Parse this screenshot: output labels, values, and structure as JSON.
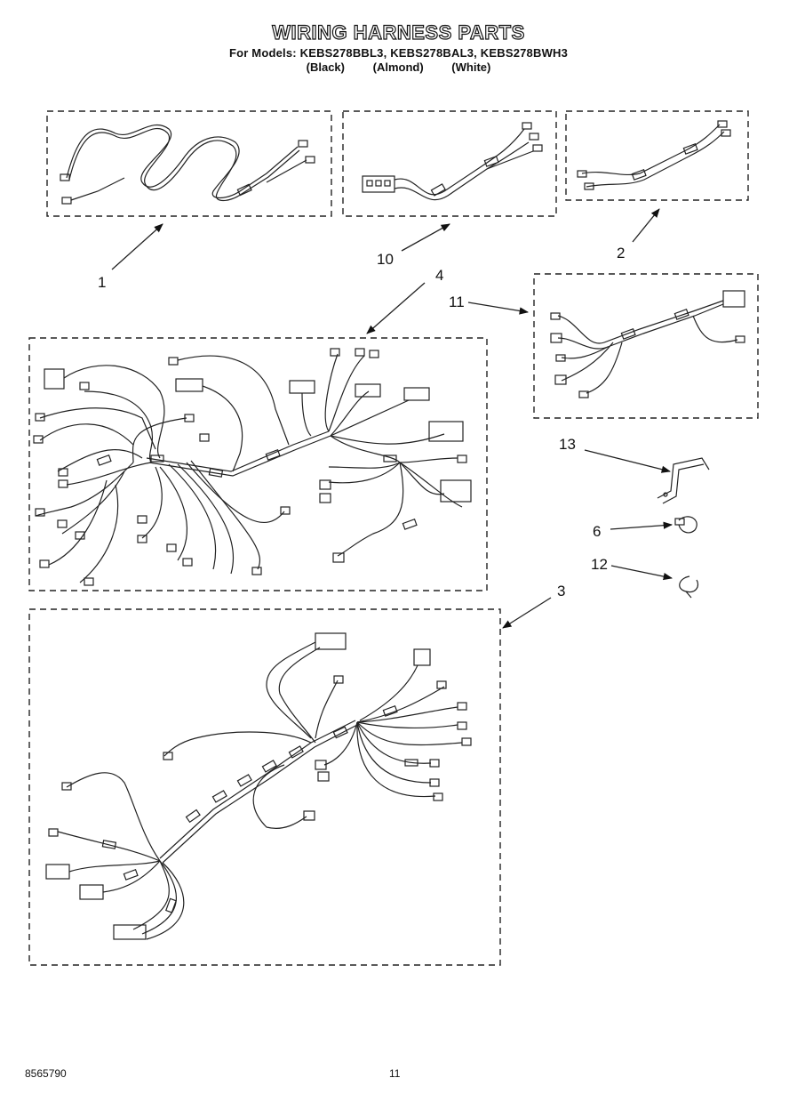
{
  "header": {
    "title": "WIRING HARNESS PARTS",
    "models_line": "For Models: KEBS278BBL3, KEBS278BAL3, KEBS278BWH3",
    "variants": [
      "(Black)",
      "(Almond)",
      "(White)"
    ]
  },
  "callouts": {
    "c1": "1",
    "c10": "10",
    "c2": "2",
    "c4": "4",
    "c11": "11",
    "c13": "13",
    "c6": "6",
    "c12": "12",
    "c3": "3"
  },
  "footer": {
    "doc_number": "8565790",
    "page_number": "11"
  }
}
